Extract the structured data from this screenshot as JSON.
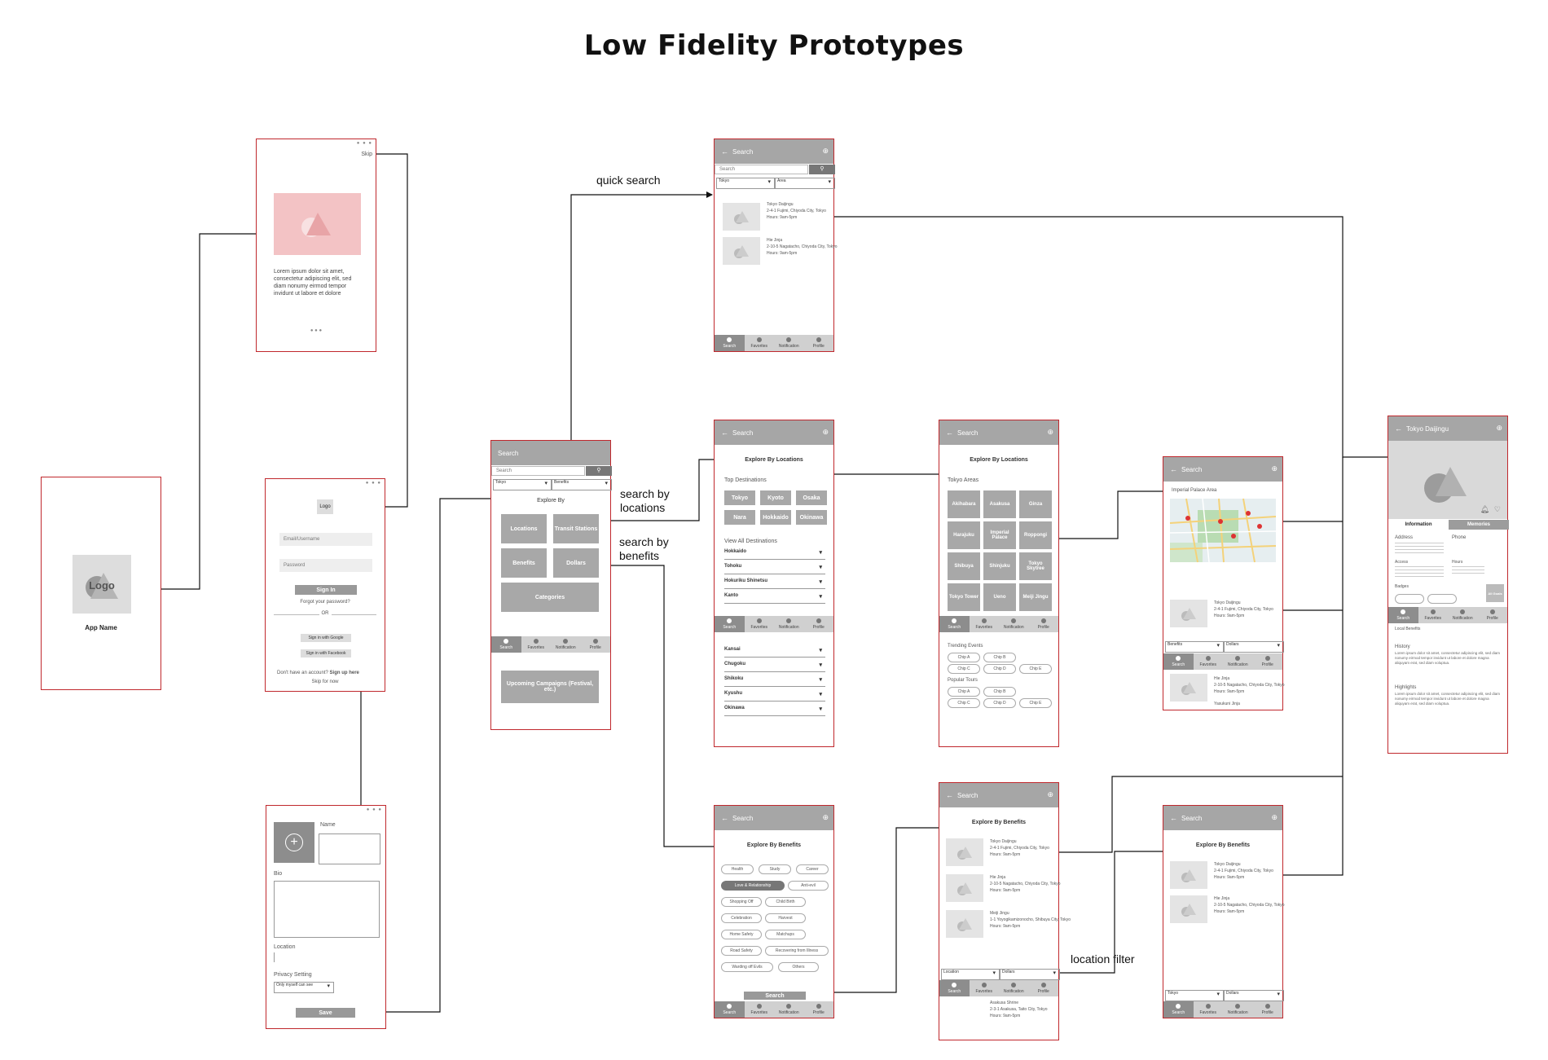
{
  "title": "Low Fidelity Prototypes",
  "labels": {
    "quick_search": "quick search",
    "search_by_locations": "search by\nlocations",
    "search_by_benefits": "search by\nbenefits",
    "location_filter": "location filter"
  },
  "nav": [
    "Search",
    "Favorites",
    "Notification",
    "Profile"
  ],
  "splash": {
    "logo": "Logo",
    "app_name": "App Name"
  },
  "onboard": {
    "skip": "Skip",
    "body": "Lorem ipsum dolor sit amet, consectetur adipiscing elit, sed diam nonumy eirmod tempor invidunt ut labore et dolore",
    "pager": "● ● ●"
  },
  "login": {
    "logo": "Logo",
    "email": "Email/Username",
    "password": "Password",
    "signin": "Sign In",
    "forgot": "Forgot your password?",
    "or": "OR",
    "google": "Sign in with Google",
    "facebook": "Sign in with Facebook",
    "no_account": "Don't have an account?",
    "signup": "Sign up here",
    "skip": "Skip for now"
  },
  "profile": {
    "name": "Name",
    "bio": "Bio",
    "location": "Location",
    "privacy": "Privacy Setting",
    "privacy_value": "Only myself can see",
    "save": "Save"
  },
  "search_main": {
    "header": "Search",
    "search_ph": "Search",
    "city": "Tokyo",
    "benefits": "Benefits",
    "explore": "Explore By",
    "tiles": [
      "Locations",
      "Transit Stations",
      "Benefits",
      "Dollars",
      "Categories",
      "Upcoming Campaigns (Festival, etc.)"
    ]
  },
  "quick": {
    "header": "Search",
    "search_ph": "Search",
    "city": "Tokyo",
    "area": "Area",
    "results": [
      {
        "name": "Tokyo Daijingu",
        "addr1": "2-4-1 Fujimi, Chiyoda City, Tokyo",
        "hours": "Hours: 9am-5pm"
      },
      {
        "name": "Hie Jinja",
        "addr1": "2-10-5 Nagatacho, Chiyoda City, Tokyo",
        "hours": "Hours: 9am-5pm"
      }
    ]
  },
  "by_loc": {
    "header": "Search",
    "title": "Explore By Locations",
    "top": "Top Destinations",
    "tiles": [
      "Tokyo",
      "Kyoto",
      "Osaka",
      "Nara",
      "Hokkaido",
      "Okinawa"
    ],
    "view_all": "View All Destinations",
    "regions": [
      "Hokkaido",
      "Tohoku",
      "Hokuriku Shinetsu",
      "Kanto",
      "Kansai",
      "Chugoku",
      "Shikoku",
      "Kyushu",
      "Okinawa"
    ]
  },
  "by_area": {
    "header": "Search",
    "title": "Explore By Locations",
    "sub": "Tokyo Areas",
    "tiles": [
      "Akihabara",
      "Asakusa",
      "Ginza",
      "Harajuku",
      "Imperial Palace",
      "Roppongi",
      "Shibuya",
      "Shinjuku",
      "Tokyo Skytree",
      "Tokyo Tower",
      "Ueno",
      "Meiji Jingu"
    ],
    "sec1": "Trending Events",
    "sec2": "Popular Tours",
    "chips": [
      "Chip A",
      "Chip B",
      "Chip C",
      "Chip D",
      "Chip E"
    ]
  },
  "map": {
    "header": "Search",
    "area": "Imperial Palace Area",
    "results": [
      {
        "name": "Tokyo Daijingu",
        "addr": "2-4-1 Fujimi, Chiyoda City, Tokyo",
        "hours": "Hours: 9am-5pm"
      },
      {
        "name": "Hie Jinja",
        "addr": "2-10-5 Nagatacho, Chiyoda City, Tokyo",
        "hours": "Hours: 9am-5pm"
      },
      {
        "name": "Yasukuni Jinja",
        "addr": "",
        "hours": ""
      }
    ],
    "f1": "Benefits",
    "f2": "Dollars"
  },
  "detail": {
    "header": "Tokyo Daijingu",
    "tab1": "Information",
    "tab2": "Memories",
    "address": "Address",
    "phone": "Phone",
    "access": "Access",
    "hours": "Hours",
    "badges": "Badges",
    "history": "History",
    "highlights": "Highlights",
    "text": "Lorem ipsum dolor sit amet, consectetur adipiscing elit, sed diam nonumy eirmod tempor invidunt ut labore et dolore magna aliquyam erat, sed diam voluptua.",
    "map_btn": "All Goals",
    "near": "Local Benefits"
  },
  "by_ben": {
    "header": "Search",
    "title": "Explore By Benefits",
    "chips": [
      "Health",
      "Study",
      "Career",
      "Love & Relationship",
      "Anti-evil",
      "Shopping Off",
      "Child Birth",
      "Celebration",
      "Harvest",
      "Home Safety",
      "Matchups",
      "Road Safety",
      "Recovering from Illness",
      "Warding off Evils",
      "Others"
    ],
    "search": "Search"
  },
  "ben_results": {
    "header": "Search",
    "title": "Explore By Benefits",
    "results": [
      {
        "name": "Tokyo Daijingu",
        "addr": "2-4-1 Fujimi, Chiyoda City, Tokyo",
        "hours": "Hours: 9am-5pm"
      },
      {
        "name": "Hie Jinja",
        "addr": "2-10-5 Nagatacho, Chiyoda City, Tokyo",
        "hours": "Hours: 9am-5pm"
      },
      {
        "name": "Meiji Jingu",
        "addr": "1-1 Yoyogikamizonocho, Shibuya City, Tokyo",
        "hours": "Hours: 9am-5pm"
      },
      {
        "name": "Asakusa Shrine",
        "addr": "2-3-1 Asakusa, Taito City, Tokyo",
        "hours": "Hours: 9am-5pm"
      }
    ],
    "loc": "Location",
    "dollars": "Dollars"
  },
  "ben_results2": {
    "header": "Search",
    "title": "Explore By Benefits",
    "results": [
      {
        "name": "Tokyo Daijingu",
        "addr": "2-4-1 Fujimi, Chiyoda City, Tokyo",
        "hours": "Hours: 9am-5pm"
      },
      {
        "name": "Hie Jinja",
        "addr": "2-10-5 Nagatacho, Chiyoda City, Tokyo",
        "hours": "Hours: 9am-5pm"
      }
    ],
    "f1": "Tokyo",
    "f2": "Dollars"
  }
}
